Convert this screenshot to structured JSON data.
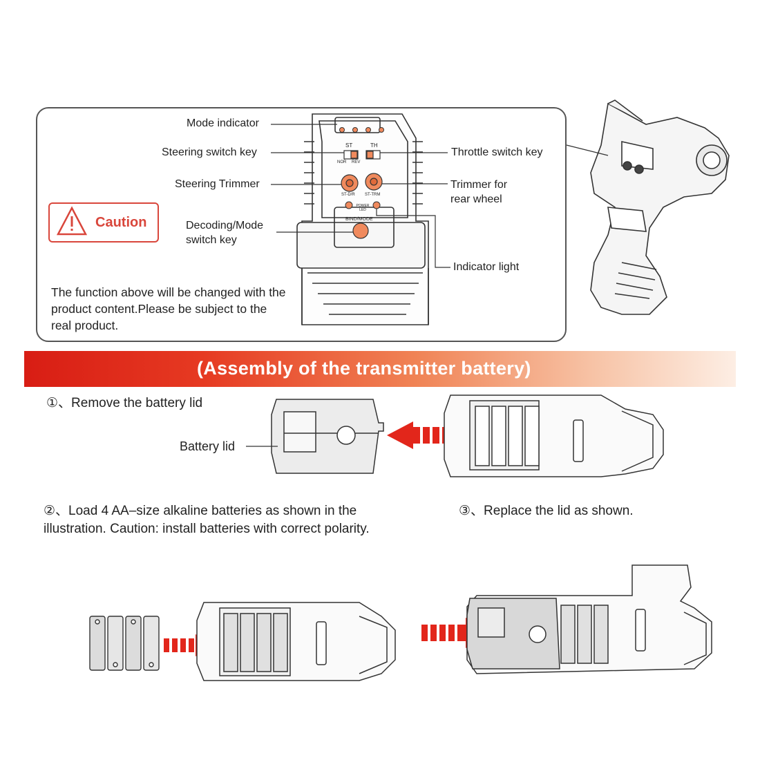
{
  "panel": {
    "labels": {
      "mode_indicator": "Mode indicator",
      "steering_switch_key": "Steering switch key",
      "steering_trimmer": "Steering Trimmer",
      "decoding_mode_line1": "Decoding/Mode",
      "decoding_mode_line2": "switch key",
      "throttle_switch_key": "Throttle switch key",
      "trimmer_rear_line1": "Trimmer for",
      "trimmer_rear_line2": "rear wheel",
      "indicator_light": "Indicator light"
    },
    "device_text": {
      "st": "ST",
      "th": "TH",
      "nor": "NOR",
      "rev": "REV",
      "st_dr": "ST-D/R",
      "st_trm": "ST-TRM",
      "power_led": "POWER LED",
      "bind_mode": "BIND/MODE"
    },
    "caution": "Caution",
    "note": "The function above will be changed with the product content.Please be subject to the real product."
  },
  "banner": {
    "title": "(Assembly of the transmitter battery)"
  },
  "steps": {
    "step1": "①、Remove the battery lid",
    "battery_lid_label": "Battery lid",
    "step2": "②、Load 4 AA–size alkaline batteries as shown in the illustration. Caution: install batteries with correct polarity.",
    "step3": "③、Replace the lid as shown."
  },
  "colors": {
    "accent_red": "#e2261b",
    "orange_knob": "#f08a5d",
    "outline": "#333333"
  }
}
